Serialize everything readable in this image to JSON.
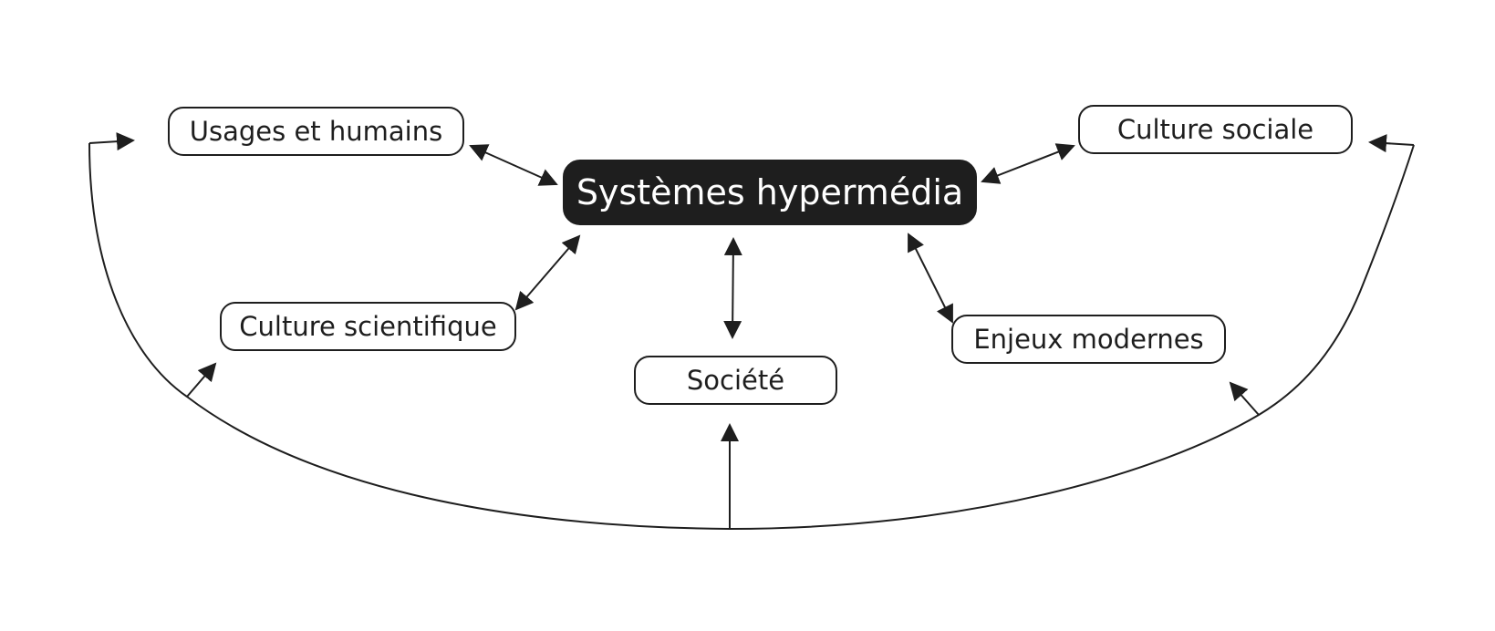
{
  "diagram": {
    "center": {
      "label": "Systèmes hypermédia"
    },
    "nodes": {
      "usages": {
        "label": "Usages et humains"
      },
      "culture_sociale": {
        "label": "Culture sociale"
      },
      "culture_scientifique": {
        "label": "Culture scientifique"
      },
      "societe": {
        "label": "Société"
      },
      "enjeux": {
        "label": "Enjeux modernes"
      }
    },
    "edges": [
      {
        "from": "center",
        "to": "usages",
        "direction": "both"
      },
      {
        "from": "center",
        "to": "culture_sociale",
        "direction": "both"
      },
      {
        "from": "center",
        "to": "culture_scientifique",
        "direction": "both"
      },
      {
        "from": "center",
        "to": "societe",
        "direction": "both"
      },
      {
        "from": "center",
        "to": "enjeux",
        "direction": "both"
      },
      {
        "from": "feedback_loop",
        "to": "usages",
        "direction": "forward"
      },
      {
        "from": "feedback_loop",
        "to": "culture_sociale",
        "direction": "forward"
      },
      {
        "from": "feedback_loop",
        "to": "culture_scientifique",
        "direction": "forward"
      },
      {
        "from": "feedback_loop",
        "to": "societe",
        "direction": "forward"
      },
      {
        "from": "feedback_loop",
        "to": "enjeux",
        "direction": "forward"
      }
    ],
    "colors": {
      "ink": "#1e1e1e",
      "background": "#ffffff",
      "center_text": "#ffffff"
    }
  }
}
